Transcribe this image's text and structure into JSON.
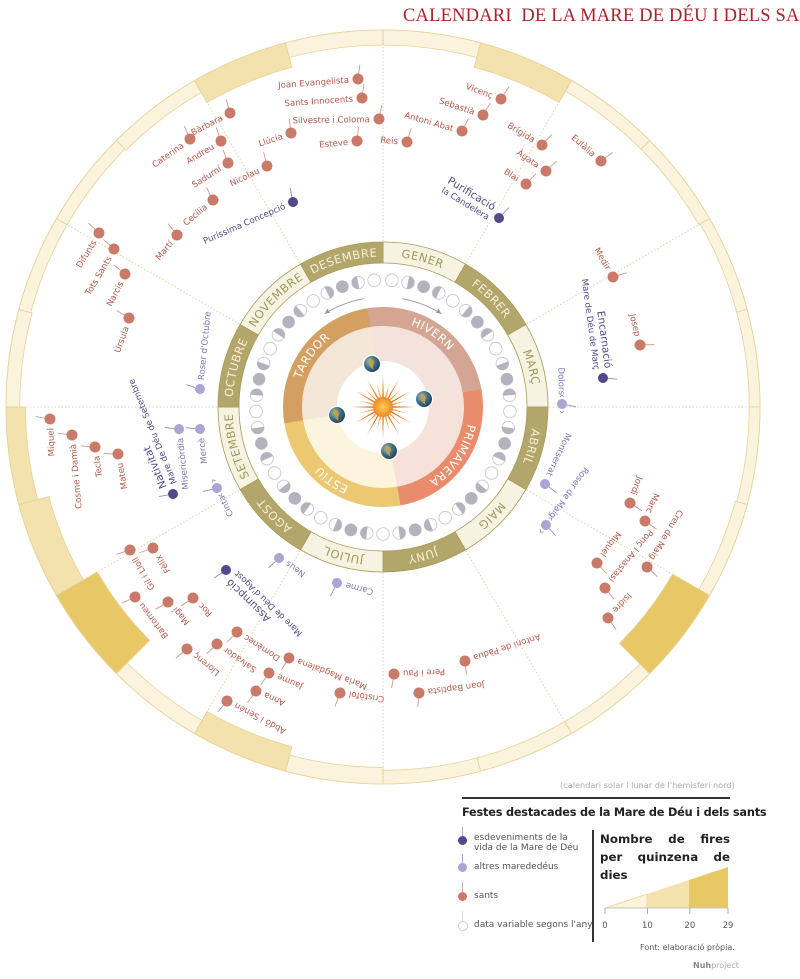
{
  "title": "CALENDARI  DE LA MARE DE DÉU I DELS SANTS",
  "subtitle": "(calendari solar i lunar de l'hemisferi nord)",
  "months": [
    "GENER",
    "FEBRER",
    "MARÇ",
    "ABRIL",
    "MAIG",
    "JUNY",
    "JULIOL",
    "AGOST",
    "SETEMBRE",
    "OCTUBRE",
    "NOVEMBRE",
    "DESEMBRE"
  ],
  "seasons": [
    "HIVERN",
    "PRIMAVERA",
    "ESTIU",
    "TARDOR"
  ],
  "events": [
    {
      "label": "Joan Evangelista",
      "type": "saint"
    },
    {
      "label": "Sants Innocents",
      "type": "saint"
    },
    {
      "label": "Silvestre i Coloma",
      "type": "saint"
    },
    {
      "label": "Esteve",
      "type": "saint"
    },
    {
      "label": "Llúcia",
      "type": "saint"
    },
    {
      "label": "Nicolau",
      "type": "saint"
    },
    {
      "label": "Bàrbara",
      "type": "saint"
    },
    {
      "label": "Caterina",
      "type": "saint"
    },
    {
      "label": "Andreu",
      "type": "saint"
    },
    {
      "label": "Sadurní",
      "type": "saint"
    },
    {
      "label": "Cecília",
      "type": "saint"
    },
    {
      "label": "Puríssima Concepció",
      "type": "mary"
    },
    {
      "label": "Martí",
      "type": "saint"
    },
    {
      "label": "Difunts",
      "type": "saint"
    },
    {
      "label": "Tots Sants",
      "type": "saint"
    },
    {
      "label": "Narcís",
      "type": "saint"
    },
    {
      "label": "Úrsula",
      "type": "saint"
    },
    {
      "label": "Roser d'Octubre",
      "type": "other"
    },
    {
      "label": "Miquel",
      "type": "saint"
    },
    {
      "label": "Cosme i Damià",
      "type": "saint"
    },
    {
      "label": "Tecla",
      "type": "saint"
    },
    {
      "label": "Mateu",
      "type": "saint"
    },
    {
      "label": "Misericòrdia",
      "type": "other"
    },
    {
      "label": "Mercè",
      "type": "other"
    },
    {
      "label": "Nativitat",
      "sub": "Mare de Déu de Setembre",
      "type": "mary"
    },
    {
      "label": "Cinta",
      "type": "other",
      "variable": true
    },
    {
      "label": "Gil i Lloll",
      "type": "saint"
    },
    {
      "label": "Fèlix",
      "type": "saint"
    },
    {
      "label": "Bartomeu",
      "type": "saint"
    },
    {
      "label": "Magí",
      "type": "saint"
    },
    {
      "label": "Roc",
      "type": "saint"
    },
    {
      "label": "Assumpció",
      "sub": "Mare de Déu d'Agost",
      "type": "mary"
    },
    {
      "label": "Neus",
      "type": "other"
    },
    {
      "label": "Llorenç",
      "type": "saint"
    },
    {
      "label": "Salvador",
      "type": "saint"
    },
    {
      "label": "Domènec",
      "type": "saint"
    },
    {
      "label": "Maria Magdalena",
      "type": "saint"
    },
    {
      "label": "Jaume",
      "type": "saint"
    },
    {
      "label": "Anna",
      "type": "saint"
    },
    {
      "label": "Abdó i Senén",
      "type": "saint"
    },
    {
      "label": "Cristòfol",
      "type": "saint"
    },
    {
      "label": "Carme",
      "type": "other"
    },
    {
      "label": "Pere i Pau",
      "type": "saint"
    },
    {
      "label": "Joan Baptista",
      "type": "saint"
    },
    {
      "label": "Antoni de Pàdua",
      "type": "saint"
    },
    {
      "label": "Isidre",
      "type": "saint"
    },
    {
      "label": "Ponç i Anastasi",
      "type": "saint"
    },
    {
      "label": "Miquel",
      "type": "saint"
    },
    {
      "label": "Creu de Maig",
      "type": "saint"
    },
    {
      "label": "Marc",
      "type": "saint"
    },
    {
      "label": "Jordi",
      "type": "saint"
    },
    {
      "label": "Roser de Maig",
      "type": "other",
      "variable": true
    },
    {
      "label": "Montserrat",
      "type": "other"
    },
    {
      "label": "Dolors",
      "type": "other",
      "variable": true
    },
    {
      "label": "Encarnació",
      "sub": "Mare de Déu de Març",
      "type": "mary"
    },
    {
      "label": "Josep",
      "type": "saint"
    },
    {
      "label": "Medir",
      "type": "saint"
    },
    {
      "label": "Eulàlia",
      "type": "saint"
    },
    {
      "label": "Purificació",
      "sub": "la Candelera",
      "type": "mary"
    },
    {
      "label": "Blai",
      "type": "saint"
    },
    {
      "label": "Àgata",
      "type": "saint"
    },
    {
      "label": "Brígida",
      "type": "saint"
    },
    {
      "label": "Vicenç",
      "type": "saint"
    },
    {
      "label": "Sebastià",
      "type": "saint"
    },
    {
      "label": "Antoni Abat",
      "type": "saint"
    },
    {
      "label": "Reis",
      "type": "saint"
    }
  ],
  "fairs_per_fortnight": [
    7,
    14,
    5,
    5,
    4,
    4,
    4,
    5,
    26,
    6,
    6,
    6,
    8,
    14,
    7,
    29,
    18,
    10,
    6,
    5,
    5,
    6,
    14,
    7
  ],
  "colors": {
    "title": "#a5232b",
    "mary": "#4f4a8c",
    "other": "#aaa5d1",
    "saint": "#c97a68",
    "month_dark": "#b3a66a",
    "month_light": "#f7f3e2",
    "hivern": "#d4a593",
    "primavera": "#e98c6c",
    "estiu": "#ecc873",
    "tardor": "#d4a062",
    "fairs_low": "#fbf3dc",
    "fairs_mid": "#f3e2ad",
    "fairs_high": "#e8c866"
  },
  "legend": {
    "title": "Festes destacades de la Mare de Déu i dels sants",
    "items": [
      {
        "label": "esdeveniments de la vida de la Mare de Déu",
        "type": "mary"
      },
      {
        "label": "altres marededéus",
        "type": "other"
      },
      {
        "label": "sants",
        "type": "saint"
      },
      {
        "label": "data variable segons l'any",
        "type": "variable"
      }
    ],
    "fairs_title": "Nombre de fires per quinzena de dies",
    "fairs_ticks": [
      0,
      10,
      20,
      29
    ]
  },
  "source": "Font:  elaboració pròpia.",
  "brand": {
    "bold": "Nuh",
    "light": "project"
  }
}
